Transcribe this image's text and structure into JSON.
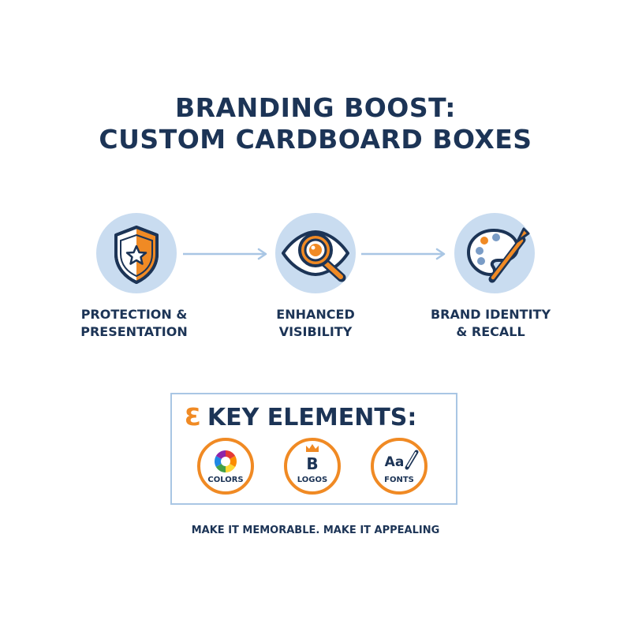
{
  "title": {
    "line1": "BRANDING BOOST:",
    "line2": "CUSTOM CARDBOARD BOXES"
  },
  "steps": [
    {
      "icon": "shield-star-icon",
      "line1": "PROTECTION &",
      "line2": "PRESENTATION"
    },
    {
      "icon": "eye-magnifier-icon",
      "line1": "ENHANCED",
      "line2": "VISIBILITY"
    },
    {
      "icon": "palette-brush-icon",
      "line1": "BRAND IDENTITY",
      "line2": "& RECALL"
    }
  ],
  "key_elements": {
    "marker": "Ɛ",
    "title": "KEY ELEMENTS:",
    "items": [
      {
        "icon": "color-wheel-icon",
        "label": "COLORS"
      },
      {
        "icon": "crown-b-logo-icon",
        "label": "LOGOS",
        "glyph": "B"
      },
      {
        "icon": "font-pen-icon",
        "label": "FONTS",
        "glyph": "Aa"
      }
    ]
  },
  "tagline": "MAKE IT MEMORABLE. MAKE IT APPEALING",
  "colors": {
    "navy": "#1c3456",
    "orange": "#f08a24",
    "light_blue": "#c9dcf0",
    "border_blue": "#a9c6e4"
  }
}
